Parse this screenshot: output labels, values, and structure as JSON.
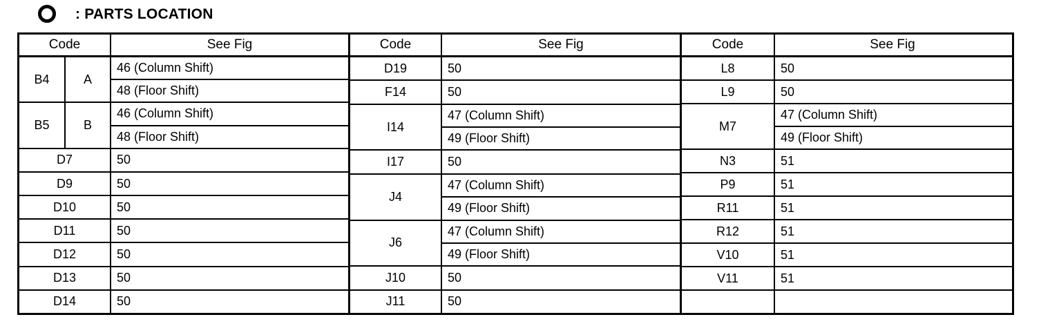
{
  "header": {
    "icon": "circle-outline-icon",
    "title": ": PARTS LOCATION"
  },
  "table": {
    "columns": [
      "Code",
      "See Fig"
    ],
    "blocks": [
      {
        "header": {
          "code": "Code",
          "see_fig": "See Fig"
        },
        "rows": [
          {
            "code": "B4",
            "code_sub": "A",
            "merged": true,
            "fig_lines": [
              "46 (Column Shift)",
              "48 (Floor Shift)"
            ]
          },
          {
            "code": "B5",
            "code_sub": "B",
            "merged": true,
            "fig_lines": [
              "46 (Column Shift)",
              "48 (Floor Shift)"
            ]
          },
          {
            "code": "D7",
            "merged": false,
            "fig": "50"
          },
          {
            "code": "D9",
            "merged": false,
            "fig": "50"
          },
          {
            "code": "D10",
            "merged": false,
            "fig": "50"
          },
          {
            "code": "D11",
            "merged": false,
            "fig": "50"
          },
          {
            "code": "D12",
            "merged": false,
            "fig": "50"
          },
          {
            "code": "D13",
            "merged": false,
            "fig": "50"
          },
          {
            "code": "D14",
            "merged": false,
            "fig": "50"
          }
        ]
      },
      {
        "header": {
          "code": "Code",
          "see_fig": "See Fig"
        },
        "rows": [
          {
            "code": "D19",
            "merged": false,
            "fig": "50"
          },
          {
            "code": "F14",
            "merged": false,
            "fig": "50"
          },
          {
            "code": "I14",
            "merged": true,
            "fig_lines": [
              "47 (Column Shift)",
              "49 (Floor Shift)"
            ]
          },
          {
            "code": "I17",
            "merged": false,
            "fig": "50"
          },
          {
            "code": "J4",
            "merged": true,
            "fig_lines": [
              "47 (Column Shift)",
              "49 (Floor Shift)"
            ]
          },
          {
            "code": "J6",
            "merged": true,
            "fig_lines": [
              "47 (Column Shift)",
              "49 (Floor Shift)"
            ]
          },
          {
            "code": "J10",
            "merged": false,
            "fig": "50"
          },
          {
            "code": "J11",
            "merged": false,
            "fig": "50"
          }
        ]
      },
      {
        "header": {
          "code": "Code",
          "see_fig": "See Fig"
        },
        "rows": [
          {
            "code": "L8",
            "merged": false,
            "fig": "50"
          },
          {
            "code": "L9",
            "merged": false,
            "fig": "50"
          },
          {
            "code": "M7",
            "merged": true,
            "fig_lines": [
              "47 (Column Shift)",
              "49 (Floor Shift)"
            ]
          },
          {
            "code": "N3",
            "merged": false,
            "fig": "51"
          },
          {
            "code": "P9",
            "merged": false,
            "fig": "51"
          },
          {
            "code": "R11",
            "merged": false,
            "fig": "51"
          },
          {
            "code": "R12",
            "merged": false,
            "fig": "51"
          },
          {
            "code": "V10",
            "merged": false,
            "fig": "51"
          },
          {
            "code": "V11",
            "merged": false,
            "fig": "51"
          },
          {
            "code": "",
            "merged": false,
            "fig": ""
          }
        ]
      }
    ]
  }
}
